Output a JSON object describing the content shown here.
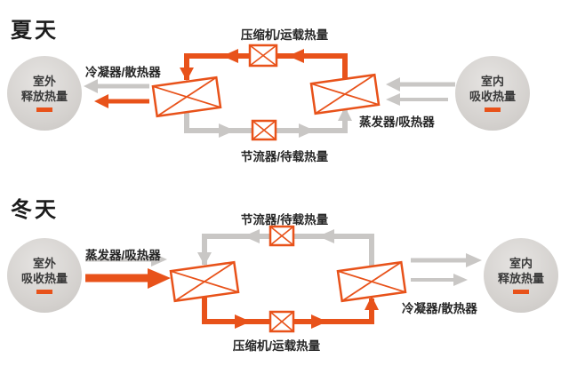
{
  "colors": {
    "accent": "#e8521a",
    "pipe_gray": "#c9c7c5",
    "node_gray": "#d6d3d0",
    "text_dark": "#262626"
  },
  "summer": {
    "title": "夏天",
    "compressor_label": "压缩机/运载热量",
    "condenser_label": "冷凝器/散热器",
    "evaporator_label": "蒸发器/吸热器",
    "throttle_label": "节流器/待载热量",
    "outdoor": {
      "line1": "室外",
      "line2": "释放热量"
    },
    "indoor": {
      "line1": "室内",
      "line2": "吸收热量"
    }
  },
  "winter": {
    "title": "冬天",
    "compressor_label": "压缩机/运载热量",
    "condenser_label": "冷凝器/散热器",
    "evaporator_label": "蒸发器/吸热器",
    "throttle_label": "节流器/待载热量",
    "outdoor": {
      "line1": "室外",
      "line2": "吸收热量"
    },
    "indoor": {
      "line1": "室内",
      "line2": "释放热量"
    }
  }
}
